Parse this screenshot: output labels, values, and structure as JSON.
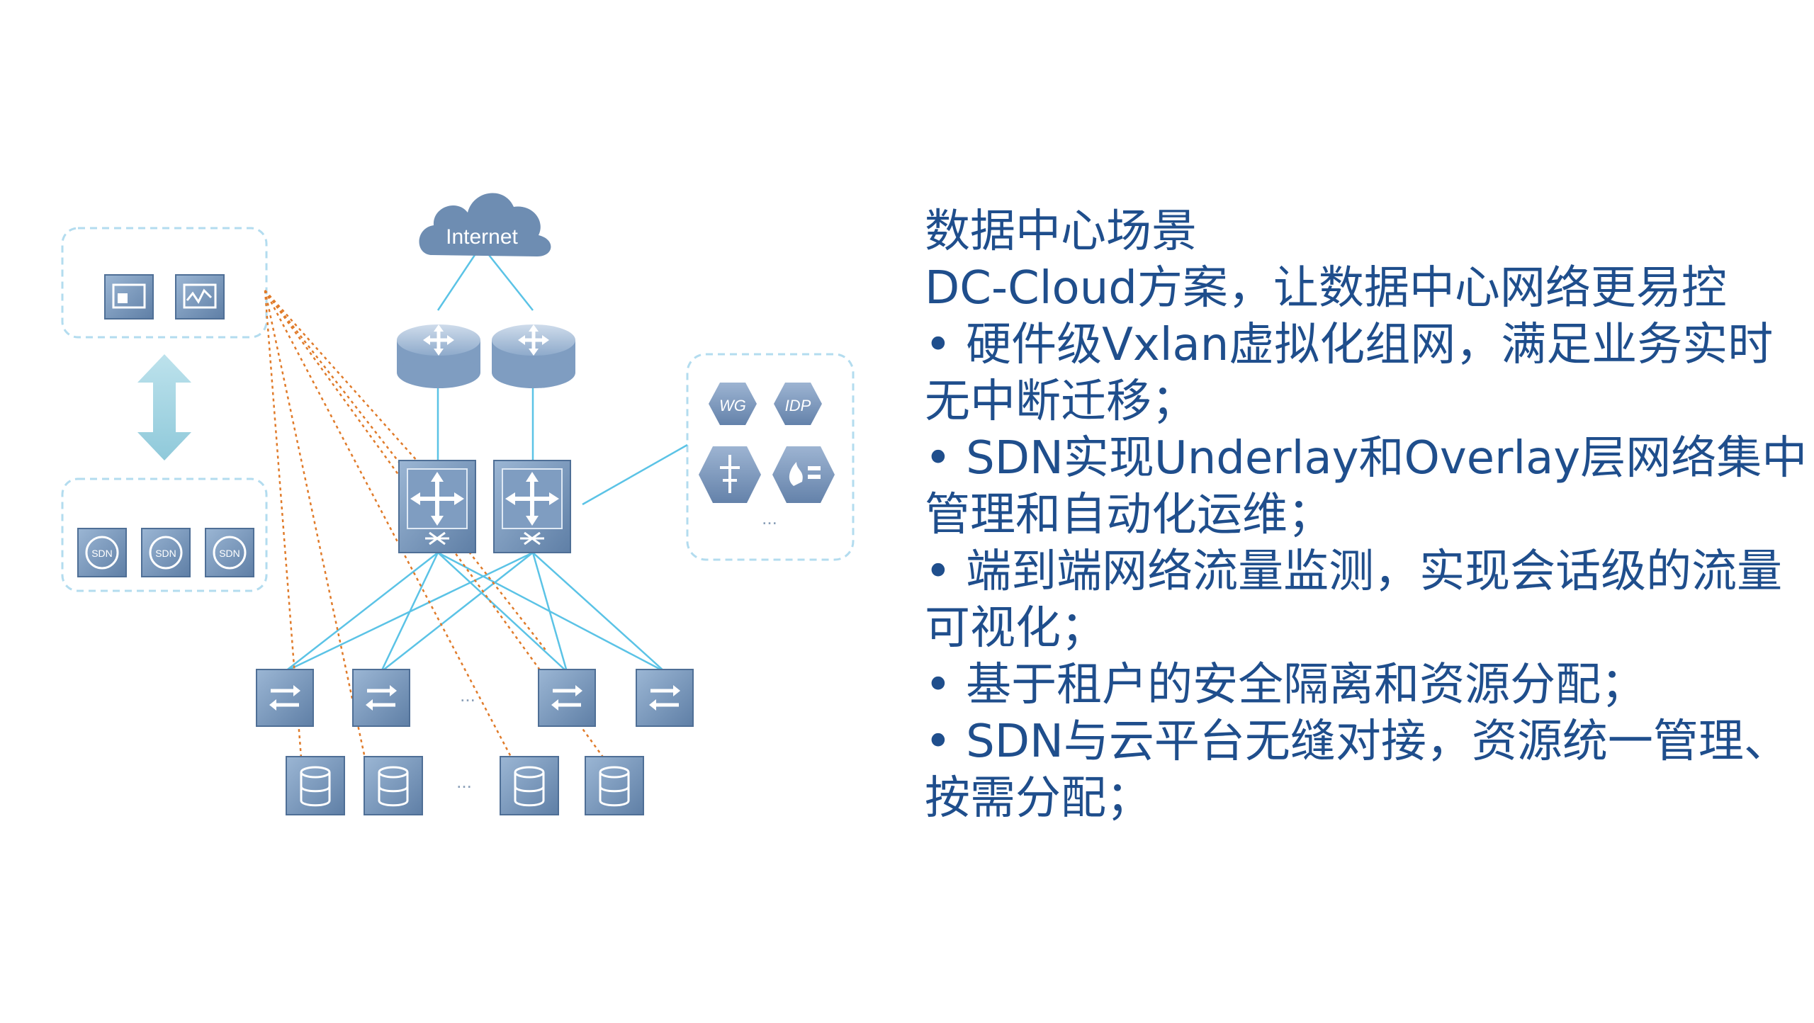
{
  "diagram": {
    "cloud_label": "Internet",
    "security_nodes": [
      "WG",
      "IDP"
    ],
    "ellipsis": "..."
  },
  "text": {
    "title": "数据中心场景",
    "subtitle": "DC-Cloud方案，让数据中心网络更易控",
    "bullets": [
      "• 硬件级Vxlan虚拟化组网，满足业务实时无中断迁移；",
      "• SDN实现Underlay和Overlay层网络集中管理和自动化运维；",
      "• 端到端网络流量监测，实现会话级的流量可视化；",
      "• 基于租户的安全隔离和资源分配；",
      "• SDN与云平台无缝对接，资源统一管理、按需分配；"
    ]
  },
  "colors": {
    "device_fill": "#6f8fb3",
    "device_top": "#a9c0da",
    "link_blue": "#5bc3e6",
    "link_orange": "#e07b2a",
    "text_blue": "#1f4e8c",
    "dash_border": "#b3dcef"
  }
}
